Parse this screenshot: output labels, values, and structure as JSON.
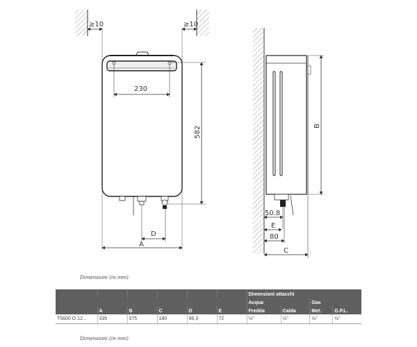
{
  "drawing": {
    "front_view": {
      "clearance_left": "≥10",
      "clearance_right": "≥10",
      "bracket_spacing": "230",
      "height_dim": "582",
      "width_label": "A",
      "connection_spacing_label": "D"
    },
    "side_view": {
      "height_label": "B",
      "depth_label": "C",
      "offset_1": "50.8",
      "offset_label": "E",
      "offset_2": "80"
    }
  },
  "captions": {
    "top": "Dimensioni (in mm)",
    "bottom": "Dimensioni (in mm)"
  },
  "table": {
    "group_header": "Dimensioni attacchi",
    "water_header": "Acqua",
    "gas_header": "Gas",
    "columns": [
      "",
      "A",
      "B",
      "C",
      "D",
      "E",
      "Fredda",
      "Calda",
      "Met.",
      "G.P.L."
    ],
    "rows": [
      [
        "T5600 O 12...",
        "335",
        "575",
        "180",
        "96,3",
        "72",
        "½\"",
        "½\"",
        "½\"",
        "½\""
      ]
    ]
  },
  "colors": {
    "header_bg": "#5f5f5f",
    "header_text": "#ffffff",
    "line": "#333333"
  }
}
